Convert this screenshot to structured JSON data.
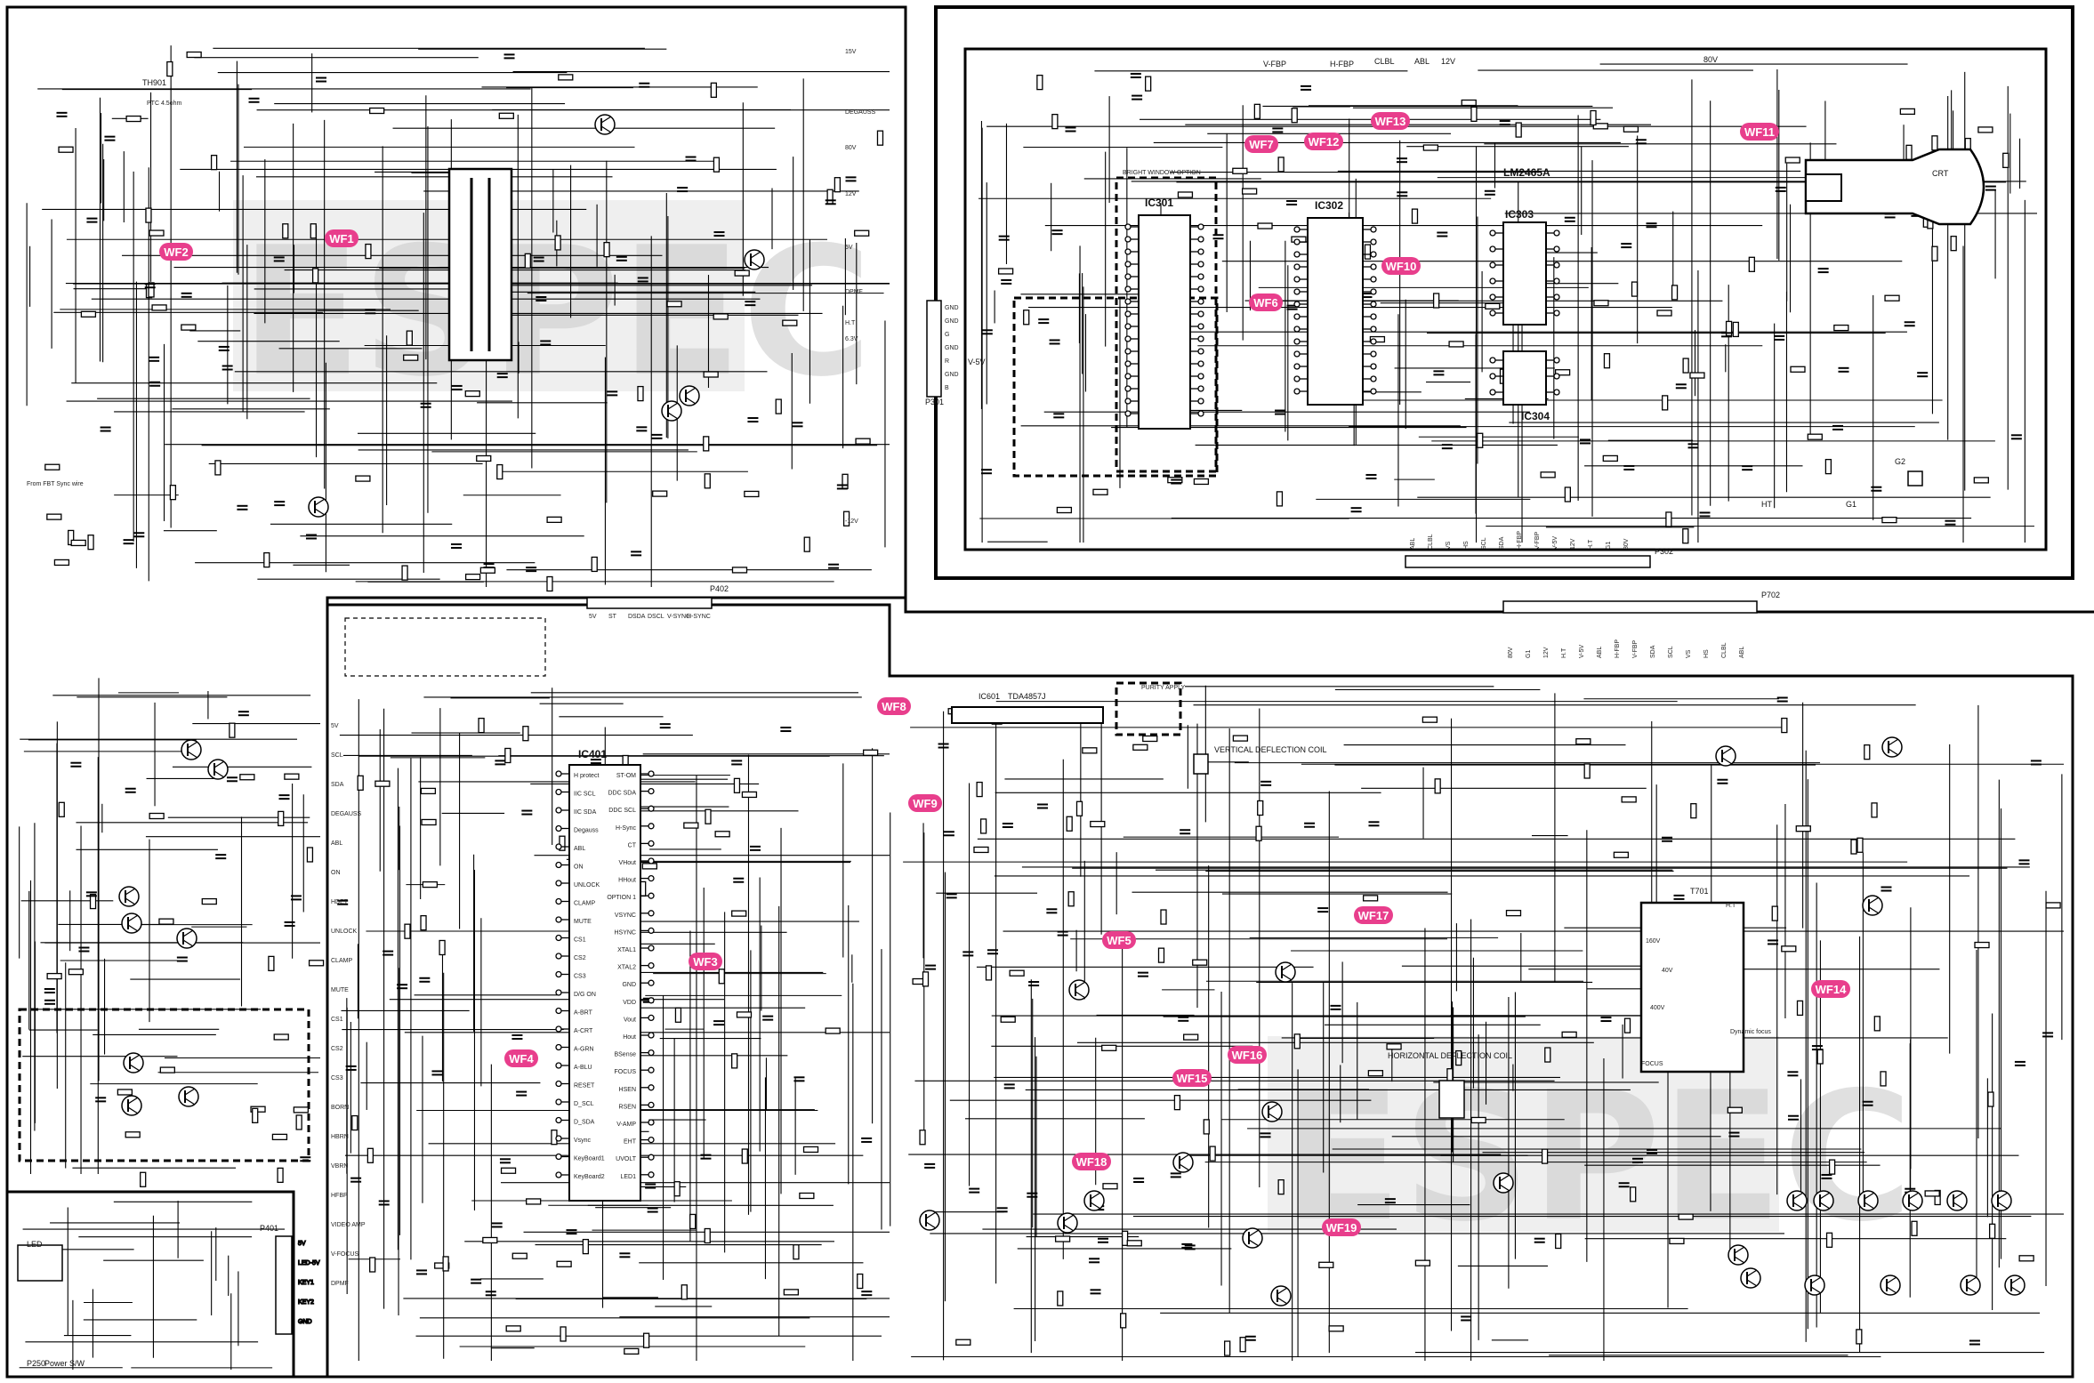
{
  "colors": {
    "line": "#000000",
    "waveform_marker": "#e83e8c",
    "watermark": "#c8c8c8"
  },
  "watermark": "ESPEC",
  "waveform_markers": [
    "WF1",
    "WF2",
    "WF3",
    "WF4",
    "WF5",
    "WF6",
    "WF7",
    "WF8",
    "WF9",
    "WF10",
    "WF11",
    "WF12",
    "WF13",
    "WF14",
    "WF15",
    "WF16",
    "WF17",
    "WF18",
    "WF19"
  ],
  "top_right": {
    "ic_labels": [
      "IC301",
      "IC302",
      "IC303",
      "IC304",
      "LM2465A"
    ],
    "ic301_sub": "BRIGHT WINDOW OPTION",
    "signals_top": [
      "V-FBP",
      "H-FBP",
      "CLBL",
      "ABL",
      "12V",
      "80V"
    ],
    "connector_p301": "P301",
    "p301_pins": [
      "GND",
      "GND",
      "G",
      "GND",
      "R",
      "GND",
      "B"
    ],
    "vsv": "V-5V",
    "connector_p302": "P302",
    "p302_pins": [
      "ABL",
      "CLBL",
      "VS",
      "HS",
      "SCL",
      "SDA",
      "H-FBP",
      "V-FBP",
      "V-5V",
      "12V",
      "H.T",
      "G1",
      "80V"
    ],
    "crt": "CRT",
    "g2": "G2",
    "ht": "HT",
    "g1": "G1"
  },
  "power": {
    "th901": "TH901",
    "th901_desc": "PTC 4.5ohm",
    "sync_wire": "From FBT Sync wire",
    "rails": [
      "15V",
      "DEGAUSS",
      "80V",
      "12V",
      "5V",
      "DPMF",
      "H.T",
      "6.3V",
      "-12V"
    ]
  },
  "mcu": {
    "ic_label": "IC401",
    "pins_left": [
      "H protect",
      "IIC SCL",
      "IIC SDA",
      "Degauss",
      "ABL",
      "ON",
      "UNLOCK",
      "CLAMP",
      "MUTE",
      "CS1",
      "CS2",
      "CS3",
      "D/G ON",
      "A-BRT",
      "A-CRT",
      "A-GRN",
      "A-BLU",
      "RESET",
      "D_SCL",
      "D_SDA",
      "Vsync",
      "KeyBoard1",
      "KeyBoard2"
    ],
    "pins_right": [
      "ST-OM",
      "DDC SDA",
      "DDC SCL",
      "H-Sync",
      "CT",
      "VHout",
      "HHout",
      "OPTION 1",
      "VSYNC",
      "HSYNC",
      "XTAL1",
      "XTAL2",
      "GND",
      "VDD",
      "Vout",
      "Hout",
      "BSense",
      "FOCUS",
      "HSEN",
      "RSEN",
      "V-AMP",
      "EHT",
      "UVOLT",
      "LED1"
    ],
    "connector_p402": "P402",
    "p402_pins": [
      "5V",
      "ST",
      "DSDA",
      "DSCL",
      "V-SYNC",
      "H-SYNC"
    ],
    "left_signals": [
      "5V",
      "SCL",
      "SDA",
      "DEGAUSS",
      "ABL",
      "ON",
      "HDET",
      "UNLOCK",
      "CLAMP",
      "MUTE",
      "CS1",
      "CS2",
      "CS3",
      "BORN",
      "HBRN",
      "VBRN",
      "HFBP",
      "VIDEO AMP",
      "V-FOCUS",
      "DPMF"
    ]
  },
  "deflection": {
    "ic601": "IC601",
    "ic601_part": "TDA4857J",
    "vertical_coil": "VERTICAL DEFLECTION COIL",
    "horizontal_coil": "HORIZONTAL DEFLECTION COIL",
    "purity_apply": "PURITY APPLY",
    "p702": "P702",
    "p702_pins": [
      "80V",
      "G1",
      "12V",
      "H.T",
      "V-5V",
      "ABL",
      "H-FBP",
      "V-FBP",
      "SDA",
      "SCL",
      "VS",
      "HS",
      "CLBL",
      "ABL"
    ],
    "t701": "T701",
    "fbt_labels": [
      "160V",
      "40V",
      "400V",
      "Dynamic focus",
      "FOCUS",
      "H.T"
    ]
  },
  "front": {
    "power_sw": "Power S/W",
    "p250": "P250",
    "led": "LED",
    "p401": "P401",
    "p401_pins": [
      "5V",
      "LED-5V",
      "KEY1",
      "KEY2",
      "GND"
    ]
  }
}
